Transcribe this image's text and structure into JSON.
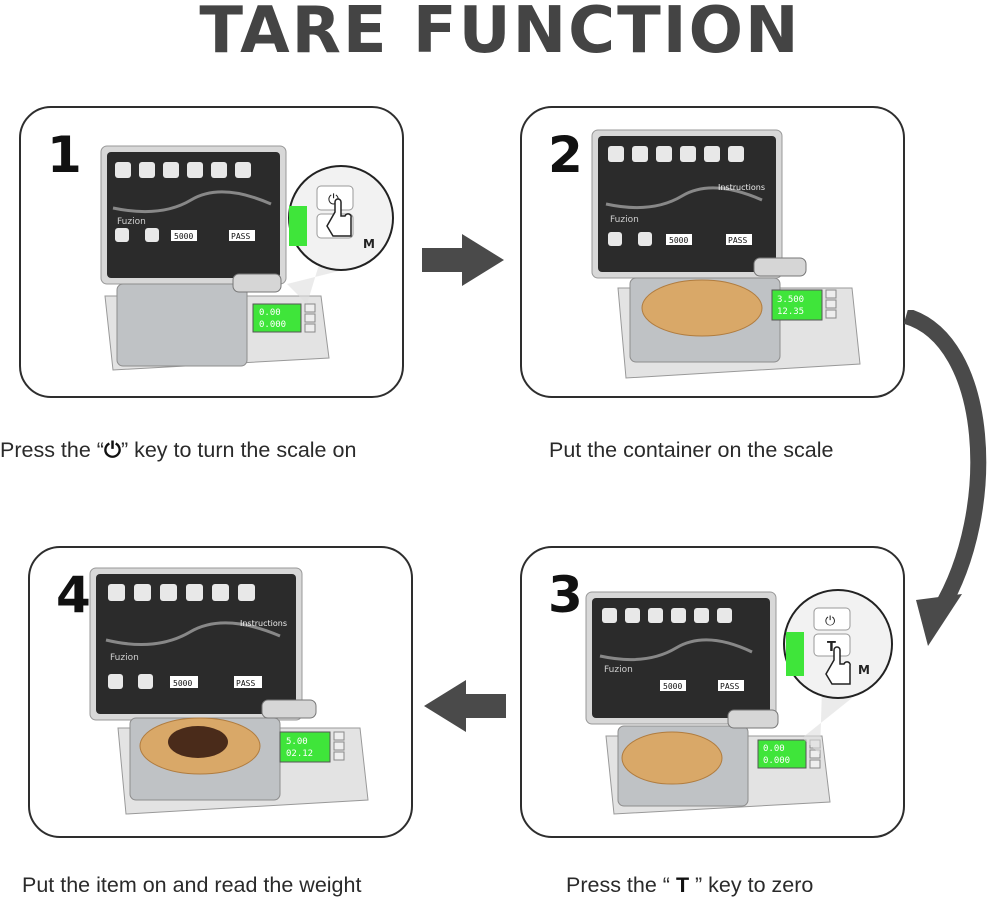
{
  "title": "TARE FUNCTION",
  "steps": [
    {
      "number": "1",
      "caption_pre": "Press the “",
      "caption_key": "⏻",
      "caption_post": "” key to turn the scale on",
      "display_top": "0.00",
      "display_bottom": "0.000"
    },
    {
      "number": "2",
      "caption": "Put the container on the scale",
      "display_top": "3.500",
      "display_bottom": "12.35"
    },
    {
      "number": "3",
      "caption_pre": "Press the “ ",
      "caption_key": "T",
      "caption_post": " ” key to zero",
      "display_top": "0.00",
      "display_bottom": "0.000"
    },
    {
      "number": "4",
      "caption": "Put the item on and read the weight",
      "display_top": "5.00",
      "display_bottom": "02.12"
    }
  ],
  "scale": {
    "brand": "Fuzion",
    "lid_heading": "Instructions",
    "calibration_weight": "5000",
    "pass_label": "PASS",
    "keys": [
      "⏻",
      "T",
      "M"
    ]
  },
  "colors": {
    "display": "#3fe53a",
    "accent": "#4a4a4a",
    "lid": "#2b2b2b",
    "plate": "#bfc2c5",
    "tray": "#d9a868"
  }
}
